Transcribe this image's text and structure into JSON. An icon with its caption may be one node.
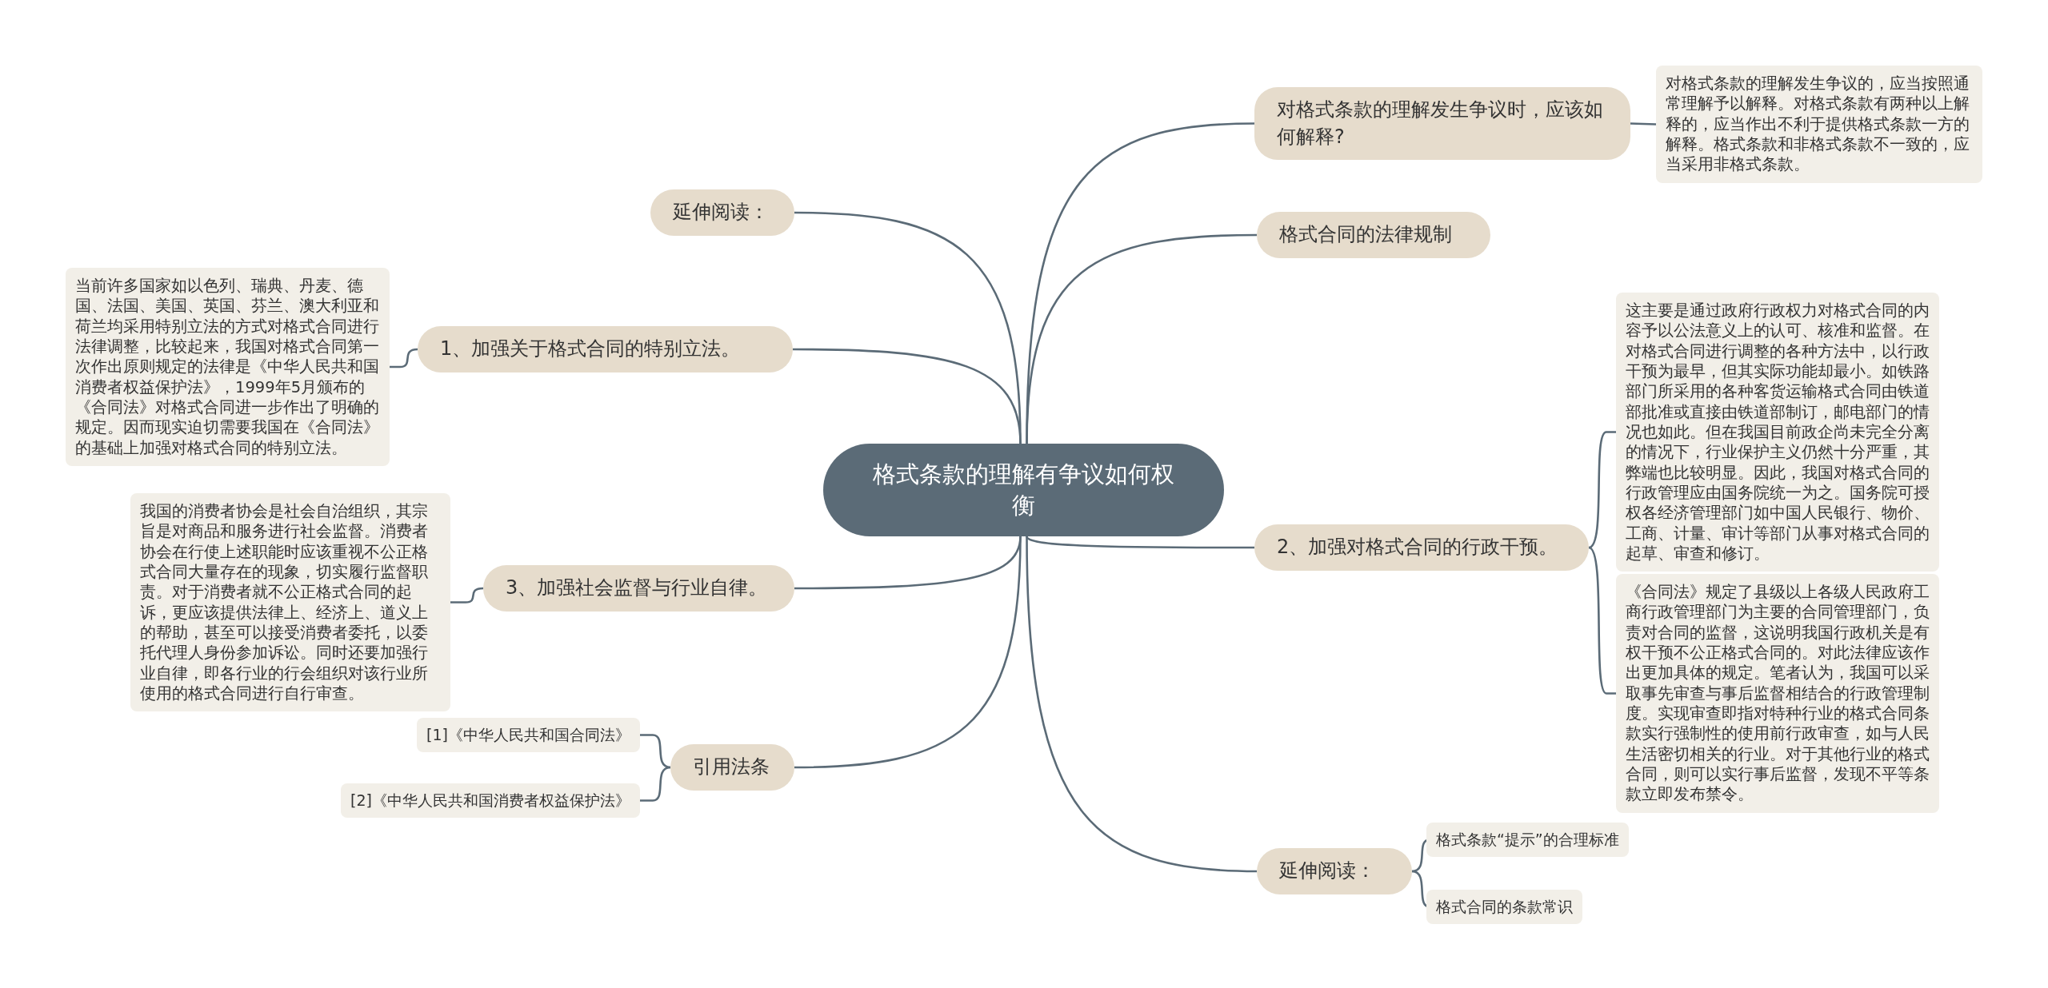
{
  "diagram": {
    "nodes": [
      {
        "text": [
          "格式条款的理解有争议如何权衡"
        ]
      },
      {
        "text": [
          "对格式条款的理解发生争议时，应该如何解释?"
        ]
      },
      {
        "text": [
          "对格式条款的理解发生争议的，应当按照通常理解予以解释。对格式条款有两种以上解释的，应当作出不利于提供格式条款一方的解释。格式条款和非格式条款不一致的，应当采用非格式条款。"
        ]
      },
      {
        "text": [
          "格式合同的法律规制"
        ]
      },
      {
        "text": [
          "2、加强对格式合同的行政干预。"
        ]
      },
      {
        "text": [
          "这主要是通过政府行政权力对格式合同的内容予以公法意义上的认可、核准和监督。在对格式合同进行调整的各种方法中，以行政干预为最早，但其实际功能却最小。如铁路部门所采用的各种客货运输格式合同由铁道部批准或直接由铁道部制订，邮电部门的情况也如此。但在我国目前政企尚未完全分离的情况下，行业保护主义仍然十分严重，其弊端也比较明显。因此，我国对格式合同的行政管理应由国务院统一为之。国务院可授权各经济管理部门如中国人民银行、物价、工商、计量、审计等部门从事对格式合同的起草、审查和修订。"
        ]
      },
      {
        "text": [
          "《合同法》规定了县级以上各级人民政府工商行政管理部门为主要的合同管理部门，负责对合同的监督，这说明我国行政机关是有权干预不公正格式合同的。对此法律应该作出更加具体的规定。笔者认为，我国可以采取事先审查与事后监督相结合的行政管理制度。实现审查即指对特种行业的格式合同条款实行强制性的使用前行政审查，如与人民生活密切相关的行业。对于其他行业的格式合同，则可以实行事后监督，发现不平等条款立即发布禁令。"
        ]
      },
      {
        "text": [
          "延伸阅读："
        ]
      },
      {
        "text": [
          "格式条款“提示”的合理标准"
        ]
      },
      {
        "text": [
          "格式合同的条款常识"
        ]
      },
      {
        "text": [
          "延伸阅读："
        ]
      },
      {
        "text": [
          "1、加强关于格式合同的特别立法。"
        ]
      },
      {
        "text": [
          "当前许多国家如以色列、瑞典、丹麦、德国、法国、美国、英国、芬兰、澳大利亚和荷兰均采用特别立法的方式对格式合同进行法律调整，比较起来，我国对格式合同第一次作出原则规定的法律是《中华人民共和国消费者权益保护法》，1999年5月颁布的《合同法》对格式合同进一步作出了明确的规定。因而现实迫切需要我国在《合同法》的基础上加强对格式合同的特别立法。"
        ]
      },
      {
        "text": [
          "3、加强社会监督与行业自律。"
        ]
      },
      {
        "text": [
          "我国的消费者协会是社会自治组织，其宗旨是对商品和服务进行社会监督。消费者协会在行使上述职能时应该重视不公正格式合同大量存在的现象，切实履行监督职责。对于消费者就不公正格式合同的起诉，更应该提供法律上、经济上、道义上的帮助，甚至可以接受消费者委托，以委托代理人身份参加诉讼。同时还要加强行业自律，即各行业的行会组织对该行业所使用的格式合同进行自行审查。"
        ]
      },
      {
        "text": [
          "引用法条"
        ]
      },
      {
        "text": [
          "[1]《中华人民共和国合同法》"
        ]
      },
      {
        "text": [
          "[2]《中华人民共和国消费者权益保护法》"
        ]
      }
    ],
    "edges": [
      {
        "from": 0,
        "to": 1,
        "arrow": "none"
      },
      {
        "from": 1,
        "to": 2,
        "arrow": "none"
      },
      {
        "from": 0,
        "to": 3,
        "arrow": "none"
      },
      {
        "from": 0,
        "to": 4,
        "arrow": "none"
      },
      {
        "from": 4,
        "to": 5,
        "arrow": "none"
      },
      {
        "from": 4,
        "to": 6,
        "arrow": "none"
      },
      {
        "from": 0,
        "to": 7,
        "arrow": "none"
      },
      {
        "from": 7,
        "to": 8,
        "arrow": "none"
      },
      {
        "from": 7,
        "to": 9,
        "arrow": "none"
      },
      {
        "from": 0,
        "to": 10,
        "arrow": "none"
      },
      {
        "from": 0,
        "to": 11,
        "arrow": "none"
      },
      {
        "from": 11,
        "to": 12,
        "arrow": "none"
      },
      {
        "from": 0,
        "to": 13,
        "arrow": "none"
      },
      {
        "from": 13,
        "to": 14,
        "arrow": "none"
      },
      {
        "from": 0,
        "to": 15,
        "arrow": "none"
      },
      {
        "from": 15,
        "to": 16,
        "arrow": "none"
      },
      {
        "from": 15,
        "to": 17,
        "arrow": "none"
      }
    ]
  }
}
